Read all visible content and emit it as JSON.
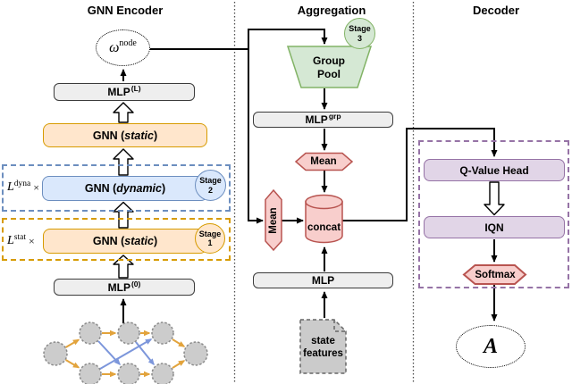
{
  "colors": {
    "orange_fill": "#FFE6CC",
    "orange_stroke": "#D79B00",
    "blue_fill": "#DAE8FC",
    "blue_stroke": "#6C8EBF",
    "green_fill": "#D5E8D4",
    "green_stroke": "#82B366",
    "red_fill": "#F8CECC",
    "red_stroke": "#B85450",
    "purple_fill": "#E1D5E7",
    "purple_stroke": "#9673A6",
    "gray_fill": "#EEEEEE",
    "node_fill": "#CCCCCC",
    "edge_orange": "#E2A33C",
    "edge_blue": "#7C96DB"
  },
  "titles": {
    "encoder": "GNN Encoder",
    "aggregation": "Aggregation",
    "decoder": "Decoder"
  },
  "encoder": {
    "omega": {
      "base": "ω",
      "sup": "node"
    },
    "mlp_L": {
      "base": "MLP",
      "sup": "(L)"
    },
    "gnn_static_top": {
      "pre": "GNN (",
      "word": "static",
      "post": ")"
    },
    "loop_dyna": {
      "var": "L",
      "sup": "dyna",
      "times": "×"
    },
    "gnn_dynamic": {
      "pre": "GNN (",
      "word": "dynamic",
      "post": ")"
    },
    "stage2": "Stage\n2",
    "loop_stat": {
      "var": "L",
      "sup": "stat",
      "times": "×"
    },
    "gnn_static_1": {
      "pre": "GNN (",
      "word": "static",
      "post": ")"
    },
    "stage1": "Stage\n1",
    "mlp_0": {
      "base": "MLP",
      "sup": "(0)"
    }
  },
  "aggregation": {
    "group_pool": "Group\nPool",
    "stage3": "Stage\n3",
    "mlp_grp": {
      "base": "MLP",
      "sup": "grp"
    },
    "mean_top": "Mean",
    "mean_left": "Mean",
    "concat": "concat",
    "mlp": "MLP",
    "state_features": "state\nfeatures"
  },
  "decoder": {
    "q_value_head": "Q-Value Head",
    "iqn": "IQN",
    "softmax": "Softmax",
    "action": "A"
  }
}
